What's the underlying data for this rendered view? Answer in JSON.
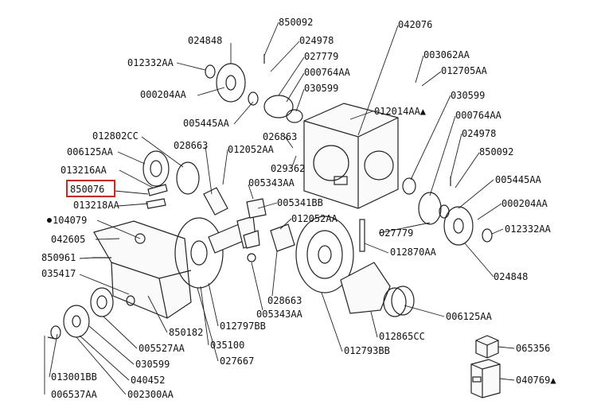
{
  "diagram": {
    "highlighted_label": "850076",
    "colors": {
      "highlight": "#e0201a",
      "ink": "#222222",
      "background": "#ffffff"
    },
    "labels": [
      "850092",
      "024848",
      "024978",
      "012332AA",
      "027779",
      "000764AA",
      "000204AA",
      "030599",
      "005445AA",
      "042076",
      "003062AA",
      "012705AA",
      "012014AA▲",
      "030599",
      "000764AA",
      "024978",
      "850092",
      "012802CC",
      "006125AA",
      "028663",
      "012052AA",
      "026863",
      "029362",
      "013216AA",
      "850076",
      "005343AA",
      "013218AA",
      "005341BB",
      "012052AA",
      "104079",
      "042605",
      "850961",
      "035417",
      "027779",
      "012870AA",
      "005445AA",
      "000204AA",
      "012332AA",
      "024848",
      "028663",
      "005343AA",
      "850182",
      "012797BB",
      "005527AA",
      "035100",
      "030599",
      "040452",
      "027667",
      "012793BB",
      "012865CC",
      "006125AA",
      "013001BB",
      "006537AA",
      "002300AA",
      "065356",
      "040769▲"
    ]
  }
}
